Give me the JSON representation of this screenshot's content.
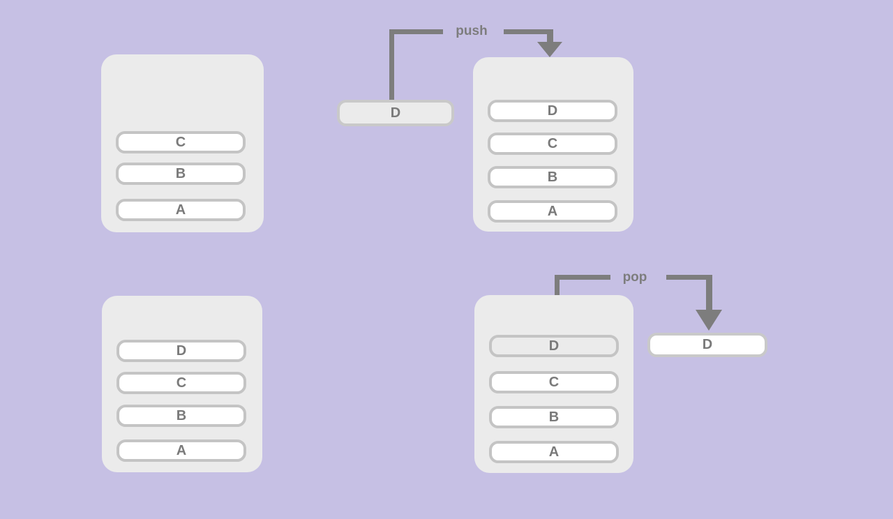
{
  "push": {
    "label": "push",
    "item": "D"
  },
  "pop": {
    "label": "pop",
    "item": "D"
  },
  "stacks": {
    "top_left": {
      "items": [
        "C",
        "B",
        "A"
      ]
    },
    "top_right": {
      "items": [
        "D",
        "C",
        "B",
        "A"
      ]
    },
    "bottom_left": {
      "items": [
        "D",
        "C",
        "B",
        "A"
      ]
    },
    "bottom_right": {
      "items": [
        "D",
        "C",
        "B",
        "A"
      ]
    }
  },
  "colors": {
    "background": "#c6c0e4",
    "stack_fill": "#ebebeb",
    "item_fill": "#ffffff",
    "item_border": "#c4c4c4",
    "floating_border": "#c9c9c9",
    "muted_fill": "#ebebeb",
    "arrow": "#7d7d7d",
    "text": "#7a7a7a"
  }
}
